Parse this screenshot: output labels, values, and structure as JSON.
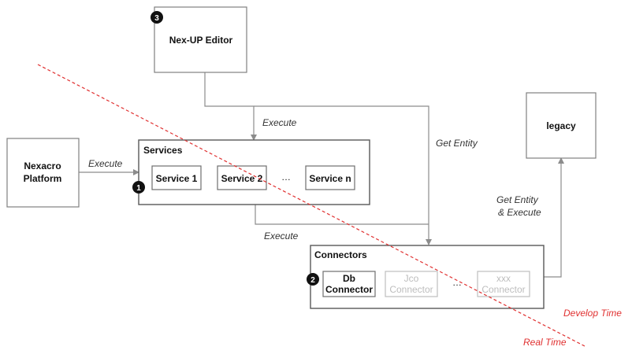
{
  "nodes": {
    "editor": "Nex-UP Editor",
    "nexacro_line1": "Nexacro",
    "nexacro_line2": "Platform",
    "services_title": "Services",
    "service1": "Service 1",
    "service2": "Service 2",
    "service_n": "Service n",
    "services_ellipsis": "…",
    "legacy": "legacy",
    "connectors_title": "Connectors",
    "db_line1": "Db",
    "db_line2": "Connector",
    "jco_line1": "Jco",
    "jco_line2": "Connector",
    "xxx_line1": "xxx",
    "xxx_line2": "Connector",
    "connectors_ellipsis": "…"
  },
  "edges": {
    "editor_to_services": "Execute",
    "nexacro_to_services": "Execute",
    "editor_to_connectors": "Get Entity",
    "services_to_connectors": "Execute",
    "connectors_to_legacy_line1": "Get Entity",
    "connectors_to_legacy_line2": "& Execute"
  },
  "badges": {
    "services": "1",
    "connectors": "2",
    "editor": "3"
  },
  "boundary": {
    "develop_time": "Develop Time",
    "real_time": "Real Time",
    "color": "#e03030"
  }
}
